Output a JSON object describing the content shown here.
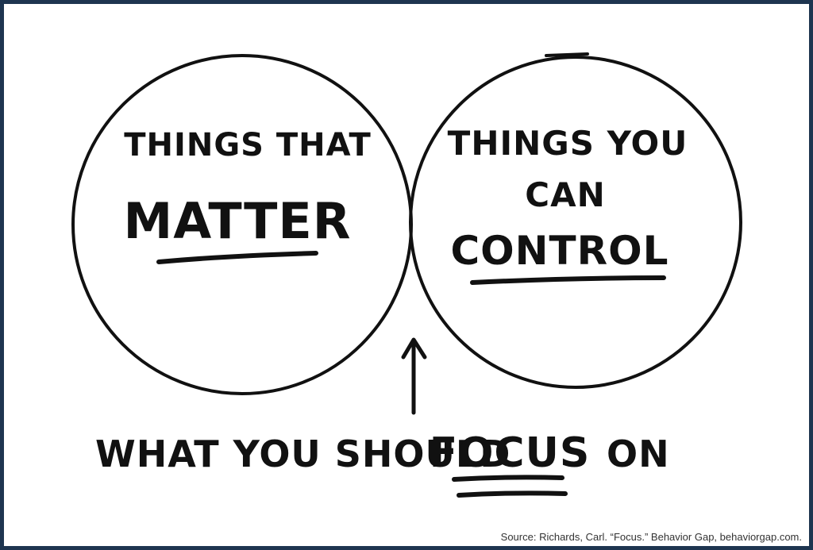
{
  "colors": {
    "frame": "#1e3550",
    "ink": "#111111",
    "background": "#ffffff"
  },
  "left_circle": {
    "line1": "THINGS THAT",
    "line2": "MATTER"
  },
  "right_circle": {
    "line1": "THINGS YOU",
    "line2": "CAN",
    "line3": "CONTROL"
  },
  "bottom_label": {
    "part1": "WHAT YOU SHOULD",
    "part2": "FOCUS",
    "part3": "ON"
  },
  "source": "Source: Richards, Carl. “Focus.” Behavior Gap, behaviorgap.com."
}
